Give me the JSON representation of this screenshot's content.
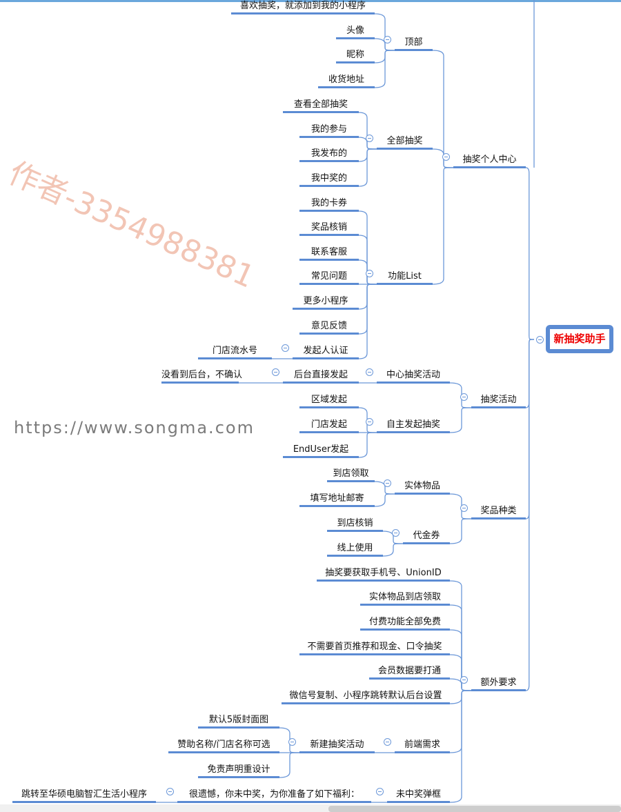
{
  "root": {
    "label": "新抽奖助手",
    "color": "#ff0000",
    "border_color": "#5b8bd3"
  },
  "colors": {
    "line": "#6b97d8",
    "underline": "#5b8bd3"
  },
  "nodes": [
    {
      "id": "a",
      "parent": "root",
      "label": "抽奖个人中心",
      "toggle": true
    },
    {
      "id": "a1",
      "parent": "a",
      "label": "顶部",
      "toggle": true
    },
    {
      "id": "a1a",
      "parent": "a1",
      "label": "喜欢抽奖，就添加到我的小程序"
    },
    {
      "id": "a1b",
      "parent": "a1",
      "label": "头像"
    },
    {
      "id": "a1c",
      "parent": "a1",
      "label": "昵称"
    },
    {
      "id": "a1d",
      "parent": "a1",
      "label": "收货地址"
    },
    {
      "id": "a2",
      "parent": "a",
      "label": "全部抽奖",
      "toggle": true
    },
    {
      "id": "a2a",
      "parent": "a2",
      "label": "查看全部抽奖"
    },
    {
      "id": "a2b",
      "parent": "a2",
      "label": "我的参与"
    },
    {
      "id": "a2c",
      "parent": "a2",
      "label": "我发布的"
    },
    {
      "id": "a2d",
      "parent": "a2",
      "label": "我中奖的"
    },
    {
      "id": "a3",
      "parent": "a",
      "label": "功能List",
      "toggle": true
    },
    {
      "id": "a3a",
      "parent": "a3",
      "label": "我的卡券"
    },
    {
      "id": "a3b",
      "parent": "a3",
      "label": "奖品核销"
    },
    {
      "id": "a3c",
      "parent": "a3",
      "label": "联系客服"
    },
    {
      "id": "a3d",
      "parent": "a3",
      "label": "常见问题"
    },
    {
      "id": "a3e",
      "parent": "a3",
      "label": "更多小程序"
    },
    {
      "id": "a3f",
      "parent": "a3",
      "label": "意见反馈"
    },
    {
      "id": "a3g",
      "parent": "a3",
      "label": "发起人认证",
      "toggle": true
    },
    {
      "id": "a3g1",
      "parent": "a3g",
      "label": "门店流水号"
    },
    {
      "id": "b",
      "parent": "root",
      "label": "抽奖活动",
      "toggle": true
    },
    {
      "id": "b1",
      "parent": "b",
      "label": "中心抽奖活动",
      "toggle": true
    },
    {
      "id": "b1a",
      "parent": "b1",
      "label": "后台直接发起",
      "toggle": true
    },
    {
      "id": "b1a1",
      "parent": "b1a",
      "label": "没看到后台，不确认"
    },
    {
      "id": "b2",
      "parent": "b",
      "label": "自主发起抽奖",
      "toggle": true
    },
    {
      "id": "b2a",
      "parent": "b2",
      "label": "区域发起"
    },
    {
      "id": "b2b",
      "parent": "b2",
      "label": "门店发起"
    },
    {
      "id": "b2c",
      "parent": "b2",
      "label": "EndUser发起"
    },
    {
      "id": "c",
      "parent": "root",
      "label": "奖品种类",
      "toggle": true
    },
    {
      "id": "c1",
      "parent": "c",
      "label": "实体物品",
      "toggle": true
    },
    {
      "id": "c1a",
      "parent": "c1",
      "label": "到店领取"
    },
    {
      "id": "c1b",
      "parent": "c1",
      "label": "填写地址邮寄"
    },
    {
      "id": "c2",
      "parent": "c",
      "label": "代金券",
      "toggle": true
    },
    {
      "id": "c2a",
      "parent": "c2",
      "label": "到店核销"
    },
    {
      "id": "c2b",
      "parent": "c2",
      "label": "线上使用"
    },
    {
      "id": "d",
      "parent": "root",
      "label": "额外要求",
      "toggle": true
    },
    {
      "id": "d1",
      "parent": "d",
      "label": "抽奖要获取手机号、UnionID"
    },
    {
      "id": "d2",
      "parent": "d",
      "label": "实体物品到店领取"
    },
    {
      "id": "d3",
      "parent": "d",
      "label": "付费功能全部免费"
    },
    {
      "id": "d4",
      "parent": "d",
      "label": "不需要首页推荐和现金、口令抽奖"
    },
    {
      "id": "d5",
      "parent": "d",
      "label": "会员数据要打通"
    },
    {
      "id": "d6",
      "parent": "d",
      "label": "微信号复制、小程序跳转默认后台设置"
    },
    {
      "id": "d7",
      "parent": "d",
      "label": "前端需求",
      "toggle": true
    },
    {
      "id": "d7a",
      "parent": "d7",
      "label": "新建抽奖活动",
      "toggle": true
    },
    {
      "id": "d7a1",
      "parent": "d7a",
      "label": "默认5版封面图"
    },
    {
      "id": "d7a2",
      "parent": "d7a",
      "label": "赞助名称/门店名称可选"
    },
    {
      "id": "d7a3",
      "parent": "d7a",
      "label": "免责声明重设计"
    },
    {
      "id": "d8",
      "parent": "d",
      "label": "未中奖弹框",
      "toggle": true
    },
    {
      "id": "d8a",
      "parent": "d8",
      "label": "很遗憾，你未中奖，为你准备了如下福利：",
      "toggle": true
    },
    {
      "id": "d8a1",
      "parent": "d8a",
      "label": "跳转至华硕电脑智汇生活小程序"
    }
  ],
  "watermarks": {
    "author": "作者-3354988381",
    "site": "https://www.songma.com"
  }
}
